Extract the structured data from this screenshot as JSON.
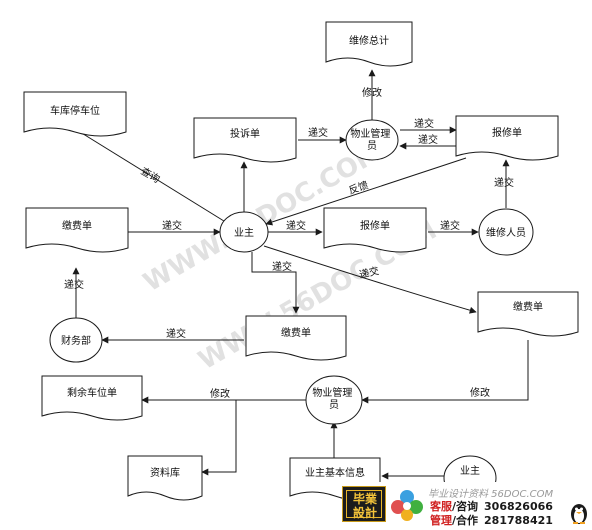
{
  "nodes": {
    "repair_stats": "维修总计",
    "garage_space": "车库停车位",
    "complaint_form": "投诉单",
    "property_manager_top": "物业管理员",
    "repair_form_top": "报修单",
    "payment_form_left": "缴费单",
    "owner": "业主",
    "repair_form_mid": "报修单",
    "repairman": "维修人员",
    "payment_form_center": "缴费单",
    "payment_form_right": "缴费单",
    "finance_dept": "财务部",
    "remaining_spaces": "剩余车位单",
    "property_manager_bottom": "物业管理员",
    "archive": "资料库",
    "owner_info": "业主基本信息",
    "owner_bottom": "业主"
  },
  "edges": {
    "modify": "修改",
    "submit": "递交",
    "query": "查询",
    "feedback": "反馈"
  },
  "watermark": {
    "text_upper": "WWW.56DOC.COM",
    "text_lower": "WWW.56DOC.COM"
  },
  "footer": {
    "logo_line1": "毕業",
    "logo_line2": "設計",
    "site": "毕业设计资料 56DOC.COM",
    "service_key": "客服",
    "service_rest": "/咨询",
    "service_number": "306826066",
    "manage_key": "管理",
    "manage_rest": "/合作",
    "manage_number": "281788421"
  }
}
